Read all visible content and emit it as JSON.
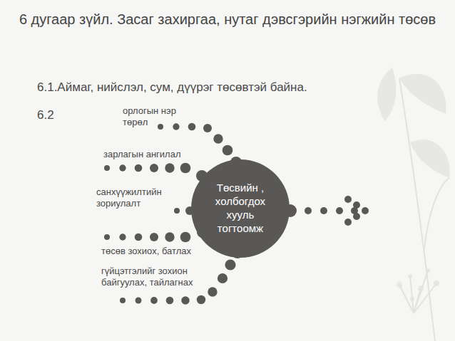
{
  "diagram": {
    "title": "6 дугаар зүйл. Засаг захиргаа, нутаг дэвсгэрийн нэгжийн төсөв",
    "nodes": [
      {
        "text": [
          "Төсвийн , холбогдох хууль тогтоомж"
        ]
      }
    ],
    "labels": [
      "6.1.Аймаг, нийслэл, сум, дүүрэг төсөвтэй байна.",
      "6.2",
      "орлогын нэр төрөл",
      "зарлагын ангилал",
      "санхүүжилтийн зориулалт",
      "төсөв зохиох, батлах",
      "гүйцэтгэлийг зохион байгуулах, тайлагнах"
    ]
  }
}
